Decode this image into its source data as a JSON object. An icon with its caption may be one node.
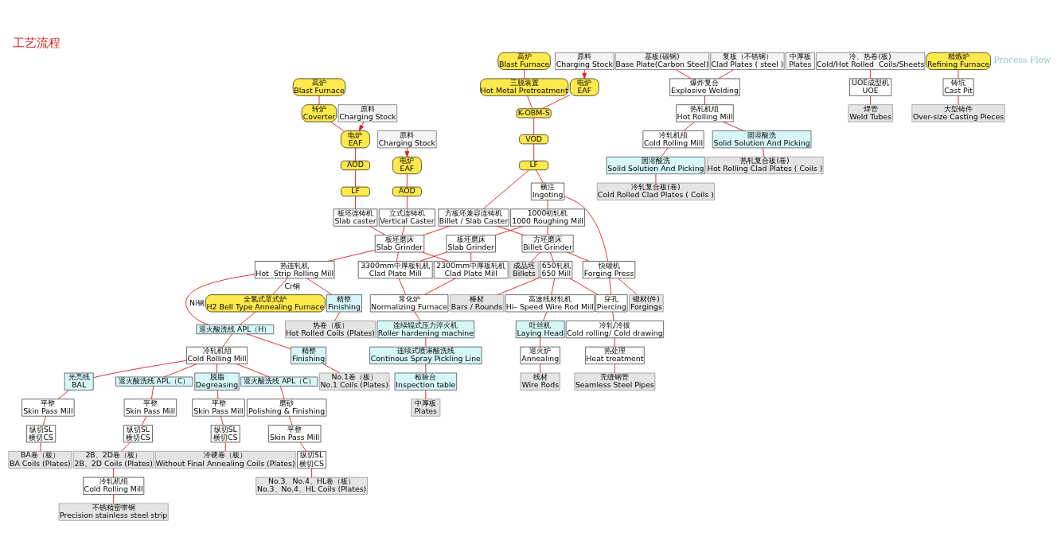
{
  "diagram": {
    "title": "工艺流程",
    "nodes": [
      {
        "text": [
          "高炉",
          "Blast Furnace"
        ]
      },
      {
        "text": [
          "转炉",
          "Coverter"
        ]
      },
      {
        "text": [
          "电炉",
          "EAF"
        ]
      },
      {
        "text": [
          "AOD"
        ]
      },
      {
        "text": [
          "LF"
        ]
      },
      {
        "text": [
          "板坯连铸机",
          "Slab caster"
        ]
      },
      {
        "text": [
          "原料",
          "Charging Stock"
        ]
      },
      {
        "text": [
          "原料",
          "Charging Stock"
        ]
      },
      {
        "text": [
          "电炉",
          "EAF"
        ]
      },
      {
        "text": [
          "AOD"
        ]
      },
      {
        "text": [
          "立式连铸机",
          "Vertical Caster"
        ]
      },
      {
        "text": [
          "方板坯兼容连铸机",
          "Billet / Slab Caster"
        ]
      },
      {
        "text": [
          "高炉",
          "Blast Furnace"
        ]
      },
      {
        "text": [
          "三脱装置",
          "Hot Metal Pretreatment"
        ]
      },
      {
        "text": [
          "K-OBM-S"
        ]
      },
      {
        "text": [
          "VOD"
        ]
      },
      {
        "text": [
          "LF"
        ]
      },
      {
        "text": [
          "原料",
          "Charging Stock"
        ]
      },
      {
        "text": [
          "电炉",
          "EAF"
        ]
      },
      {
        "text": [
          "板坯磨床",
          "Slab Grinder"
        ]
      },
      {
        "text": [
          "热连轧机",
          "Hot  Strip Rolling Mill"
        ]
      },
      {
        "text": [
          "全氢式罩式炉",
          "H2 Bell Type Annealing Furnace"
        ]
      },
      {
        "text": [
          "精整",
          "Finishing"
        ]
      },
      {
        "text": [
          "退火酸洗线 APL（H）"
        ]
      },
      {
        "text": [
          "冷轧机组",
          "Cold Rolling Mill"
        ]
      },
      {
        "text": [
          "精整",
          "Finishing"
        ]
      },
      {
        "text": [
          "光亮线",
          "BAL"
        ]
      },
      {
        "text": [
          "退火酸洗线 APL（C）"
        ]
      },
      {
        "text": [
          "冷轧机组",
          "Cold Rolling Mill"
        ]
      },
      {
        "text": [
          "脱脂",
          "Degreasing"
        ]
      },
      {
        "text": [
          "退火酸洗线 APL（C）"
        ]
      },
      {
        "text": [
          "磨砂",
          "Polishing & Finishing"
        ]
      },
      {
        "text": [
          "平整",
          "Skin Pass Mill"
        ]
      },
      {
        "text": [
          "平整",
          "Skin Pass Mill"
        ]
      },
      {
        "text": [
          "平整",
          "Skin Pass Mill"
        ]
      },
      {
        "text": [
          "平整",
          "Skin Pass Mill"
        ]
      },
      {
        "text": [
          "纵切SL",
          "横切CS"
        ]
      },
      {
        "text": [
          "纵切SL",
          "横切CS"
        ]
      },
      {
        "text": [
          "纵切SL",
          "横切CS"
        ]
      },
      {
        "text": [
          "纵切SL",
          "横切CS"
        ]
      },
      {
        "text": [
          "热卷（板）",
          "Hot Rolled Coils (Plates)"
        ]
      },
      {
        "text": [
          "No.1卷（板）",
          "No.1 Coils (Plates)"
        ]
      },
      {
        "text": [
          "BA卷（板）",
          "BA Coils (Plates)"
        ]
      },
      {
        "text": [
          "2B、2D卷（板）",
          "2B、2D Coils (Plates)"
        ]
      },
      {
        "text": [
          "不锈精密带钢",
          "Precision stainless steel strip"
        ]
      },
      {
        "text": [
          "冷硬卷（板）",
          "Without Final Annealing Coils (Plates)"
        ]
      },
      {
        "text": [
          "No.3、No.4、HL卷（板）",
          "No.3、No.4、HL Coils (Plates)"
        ]
      },
      {
        "text": [
          "横注",
          "Ingoting"
        ]
      },
      {
        "text": [
          "1000初轧机",
          "1000 Roughing Mill"
        ]
      },
      {
        "text": [
          "方坯磨床",
          "Billet Grinder"
        ]
      },
      {
        "text": [
          "板坯磨床",
          "Slab Grinder"
        ]
      },
      {
        "text": [
          "3300mm中厚板轧机",
          "Clad Plate Mill"
        ]
      },
      {
        "text": [
          "2300mm中厚板轧机",
          "Clad Plate Mill"
        ]
      },
      {
        "text": [
          "基板(碳钢)",
          "Base Plate(Carbon Steel)"
        ]
      },
      {
        "text": [
          "复板（不锈钢）",
          "Clad Plates ( steel )"
        ]
      },
      {
        "text": [
          "爆炸复合",
          "Explosive Welding"
        ]
      },
      {
        "text": [
          "热轧机组",
          "Hot Rolling Mill"
        ]
      },
      {
        "text": [
          "冷轧机组",
          "Cold Rolling Mill"
        ]
      },
      {
        "text": [
          "固溶酸洗",
          "Solid Solution And Picking"
        ]
      },
      {
        "text": [
          "固溶酸洗",
          "Solid Solution And Picking"
        ]
      },
      {
        "text": [
          "冷轧复合板(卷)",
          "Cold Rolled Clad Plates ( Coils )"
        ]
      },
      {
        "text": [
          "热轧复合板(卷)",
          "Hot Rolling Clad Plates ( Coils )"
        ]
      },
      {
        "text": [
          "常化炉",
          "Normalizing Furnace"
        ]
      },
      {
        "text": [
          "连续辊式压力淬火机",
          "Roller hardening machine"
        ]
      },
      {
        "text": [
          "连续式喷淋酸洗线",
          "Continous Spray Pickling Line"
        ]
      },
      {
        "text": [
          "检验台",
          "Inspection table"
        ]
      },
      {
        "text": [
          "中厚板",
          "Plates"
        ]
      },
      {
        "text": [
          "成品坯",
          "Billets"
        ]
      },
      {
        "text": [
          "棒材",
          "Bars / Rounds"
        ]
      },
      {
        "text": [
          "650轧机",
          "650 Mill"
        ]
      },
      {
        "text": [
          "高速线材轧机",
          "Hi– Speed Wire Rod Mill"
        ]
      },
      {
        "text": [
          "吐丝机",
          "Laying Head"
        ]
      },
      {
        "text": [
          "退火炉",
          "Annealing"
        ]
      },
      {
        "text": [
          "线材",
          "Wire Rods"
        ]
      },
      {
        "text": [
          "穿孔",
          "Piercing"
        ]
      },
      {
        "text": [
          "冷轧/冷拔",
          "Cold rolling/ Cold drawing"
        ]
      },
      {
        "text": [
          "热处理",
          "Heat treatment"
        ]
      },
      {
        "text": [
          "无缝钢管",
          "Seamless Steel Pipes"
        ]
      },
      {
        "text": [
          "快锻机",
          "Forging Press"
        ]
      },
      {
        "text": [
          "锻材(件)",
          "Forgings"
        ]
      },
      {
        "text": [
          "中厚板",
          "Plates"
        ]
      },
      {
        "text": [
          "冷、热卷(板)",
          "Cold/Hot Rolled  Coils/Sheets"
        ]
      },
      {
        "text": [
          "UOE成型机",
          "UOE"
        ]
      },
      {
        "text": [
          "焊管",
          "Weld Tubes"
        ]
      },
      {
        "text": [
          "精炼炉",
          "Refining Furnace"
        ]
      },
      {
        "text": [
          "铸坑",
          "Cast Pit"
        ]
      },
      {
        "text": [
          "大型铸件",
          "Over-size Casting Pieces"
        ]
      }
    ],
    "edges": [
      {
        "from": 0,
        "to": 1,
        "arrow": "none"
      },
      {
        "from": 1,
        "to": 2,
        "arrow": "none"
      },
      {
        "from": 2,
        "to": 3,
        "arrow": "none"
      },
      {
        "from": 3,
        "to": 4,
        "arrow": "none"
      },
      {
        "from": 4,
        "to": 5,
        "arrow": "none"
      },
      {
        "from": 6,
        "to": 2,
        "arrow": "to"
      },
      {
        "from": 7,
        "to": 8,
        "arrow": "to"
      },
      {
        "from": 8,
        "to": 9,
        "arrow": "none"
      },
      {
        "from": 9,
        "to": 10,
        "arrow": "none"
      },
      {
        "from": 12,
        "to": 13,
        "arrow": "none"
      },
      {
        "from": 13,
        "to": 14,
        "arrow": "none"
      },
      {
        "from": 14,
        "to": 15,
        "arrow": "none"
      },
      {
        "from": 15,
        "to": 16,
        "arrow": "none"
      },
      {
        "from": 16,
        "to": 11,
        "arrow": "none"
      },
      {
        "from": 16,
        "to": 47,
        "arrow": "none"
      },
      {
        "from": 17,
        "to": 18,
        "arrow": "to"
      },
      {
        "from": 18,
        "to": 14,
        "arrow": "none"
      },
      {
        "from": 5,
        "to": 19,
        "arrow": "none"
      },
      {
        "from": 10,
        "to": 19,
        "arrow": "none"
      },
      {
        "from": 11,
        "to": 19,
        "arrow": "none"
      },
      {
        "from": 11,
        "to": 49,
        "arrow": "none"
      },
      {
        "from": 19,
        "to": 20,
        "arrow": "none"
      },
      {
        "from": 20,
        "to": 21,
        "label": "Cr钢",
        "arrow": "none"
      },
      {
        "from": 20,
        "to": 22,
        "arrow": "none"
      },
      {
        "from": 20,
        "to": 23,
        "label": "Ni钢",
        "arrow": "none"
      },
      {
        "from": 21,
        "to": 23,
        "arrow": "none"
      },
      {
        "from": 22,
        "to": 40,
        "arrow": "none"
      },
      {
        "from": 23,
        "to": 25,
        "arrow": "none"
      },
      {
        "from": 23,
        "to": 24,
        "arrow": "none"
      },
      {
        "from": 25,
        "to": 41,
        "arrow": "none"
      },
      {
        "from": 24,
        "to": 26,
        "arrow": "none"
      },
      {
        "from": 24,
        "to": 27,
        "arrow": "none"
      },
      {
        "from": 24,
        "to": 29,
        "arrow": "none"
      },
      {
        "from": 24,
        "to": 30,
        "arrow": "none"
      },
      {
        "from": 26,
        "to": 32,
        "arrow": "none"
      },
      {
        "from": 32,
        "to": 36,
        "arrow": "none"
      },
      {
        "from": 36,
        "to": 42,
        "arrow": "none"
      },
      {
        "from": 27,
        "to": 33,
        "arrow": "none"
      },
      {
        "from": 33,
        "to": 37,
        "arrow": "none"
      },
      {
        "from": 37,
        "to": 43,
        "arrow": "none"
      },
      {
        "from": 43,
        "to": 28,
        "arrow": "none"
      },
      {
        "from": 28,
        "to": 44,
        "arrow": "none"
      },
      {
        "from": 29,
        "to": 34,
        "arrow": "none"
      },
      {
        "from": 34,
        "to": 38,
        "arrow": "none"
      },
      {
        "from": 38,
        "to": 45,
        "arrow": "none"
      },
      {
        "from": 30,
        "to": 31,
        "arrow": "none"
      },
      {
        "from": 31,
        "to": 35,
        "arrow": "none"
      },
      {
        "from": 35,
        "to": 39,
        "arrow": "none"
      },
      {
        "from": 39,
        "to": 46,
        "arrow": "none"
      },
      {
        "from": 47,
        "to": 48,
        "arrow": "none"
      },
      {
        "from": 47,
        "to": 78,
        "arrow": "none"
      },
      {
        "from": 48,
        "to": 49,
        "arrow": "none"
      },
      {
        "from": 48,
        "to": 50,
        "arrow": "none"
      },
      {
        "from": 19,
        "to": 51,
        "arrow": "none"
      },
      {
        "from": 19,
        "to": 52,
        "arrow": "none"
      },
      {
        "from": 50,
        "to": 51,
        "arrow": "none"
      },
      {
        "from": 50,
        "to": 52,
        "arrow": "none"
      },
      {
        "from": 49,
        "to": 67,
        "arrow": "none"
      },
      {
        "from": 49,
        "to": 69,
        "arrow": "none"
      },
      {
        "from": 49,
        "to": 78,
        "arrow": "none"
      },
      {
        "from": 51,
        "to": 62,
        "arrow": "none"
      },
      {
        "from": 52,
        "to": 62,
        "arrow": "none"
      },
      {
        "from": 53,
        "to": 55,
        "arrow": "none"
      },
      {
        "from": 54,
        "to": 55,
        "arrow": "none"
      },
      {
        "from": 55,
        "to": 56,
        "arrow": "none"
      },
      {
        "from": 56,
        "to": 57,
        "arrow": "none"
      },
      {
        "from": 56,
        "to": 59,
        "arrow": "none"
      },
      {
        "from": 57,
        "to": 58,
        "arrow": "none"
      },
      {
        "from": 58,
        "to": 60,
        "arrow": "none"
      },
      {
        "from": 59,
        "to": 61,
        "arrow": "none"
      },
      {
        "from": 62,
        "to": 63,
        "arrow": "none"
      },
      {
        "from": 63,
        "to": 64,
        "arrow": "none"
      },
      {
        "from": 64,
        "to": 65,
        "arrow": "none"
      },
      {
        "from": 65,
        "to": 66,
        "arrow": "none"
      },
      {
        "from": 69,
        "to": 68,
        "arrow": "none"
      },
      {
        "from": 69,
        "to": 70,
        "arrow": "none"
      },
      {
        "from": 69,
        "to": 74,
        "arrow": "none"
      },
      {
        "from": 70,
        "to": 71,
        "arrow": "none"
      },
      {
        "from": 71,
        "to": 72,
        "arrow": "none"
      },
      {
        "from": 72,
        "to": 73,
        "arrow": "none"
      },
      {
        "from": 74,
        "to": 75,
        "arrow": "none"
      },
      {
        "from": 75,
        "to": 76,
        "arrow": "none"
      },
      {
        "from": 76,
        "to": 77,
        "arrow": "none"
      },
      {
        "from": 78,
        "to": 74,
        "arrow": "none"
      },
      {
        "from": 78,
        "to": 79,
        "arrow": "none"
      },
      {
        "from": 81,
        "to": 82,
        "arrow": "none"
      },
      {
        "from": 82,
        "to": 83,
        "arrow": "none"
      },
      {
        "from": 84,
        "to": 85,
        "arrow": "none"
      },
      {
        "from": 85,
        "to": 86,
        "arrow": "none"
      }
    ],
    "labels": [
      "Process Flow"
    ]
  }
}
